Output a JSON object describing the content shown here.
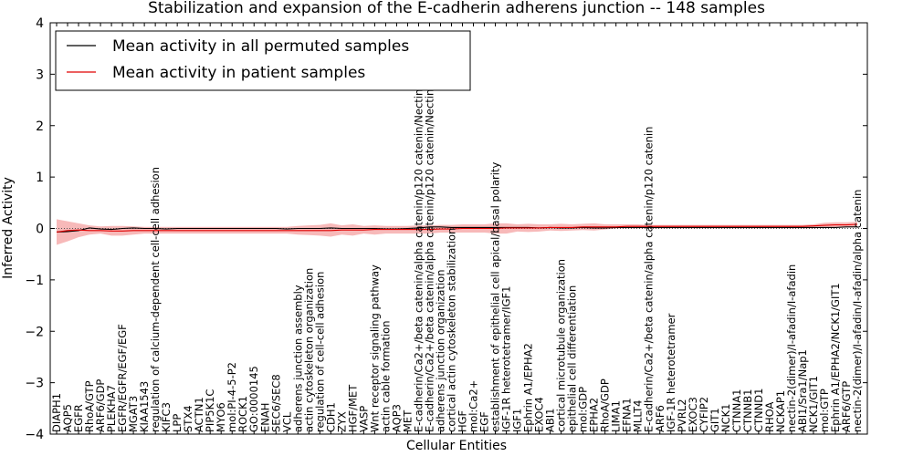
{
  "chart_data": {
    "type": "line",
    "title": "Stabilization and expansion of the E-cadherin adherens junction -- 148 samples",
    "xlabel": "Cellular Entities",
    "ylabel": "Inferred Activity",
    "ylim": [
      -4,
      4
    ],
    "yticks": [
      -4,
      -3,
      -2,
      -1,
      0,
      1,
      2,
      3,
      4
    ],
    "ytick_labels": [
      "−4",
      "−3",
      "−2",
      "−1",
      "0",
      "1",
      "2",
      "3",
      "4"
    ],
    "grid": false,
    "legend_placement": "top-left",
    "colors": {
      "permuted": "#000000",
      "patient": "#e00000",
      "band": "#f08080"
    },
    "categories": [
      "DIAPH1",
      "AQP5",
      "EGFR",
      "RhoA/GTP",
      "ARF6/GDP",
      "PLEKHA7",
      "EGFR/EGFR/EGF/EGF",
      "MGAT3",
      "KIAA1543",
      "regulation of calcium-dependent cell-cell adhesion",
      "KIFC3",
      "LPP",
      "STX4",
      "ACTN1",
      "PIP5K1C",
      "MYO6",
      "mol:PI-4-5-P2",
      "ROCK1",
      "GO:0000145",
      "ENAH",
      "SEC6/SEC8",
      "VCL",
      "adherens junction assembly",
      "actin cytoskeleton organization",
      "regulation of cell-cell adhesion",
      "CDH1",
      "ZYX",
      "HGF/MET",
      "VASP",
      "Wnt receptor signaling pathway",
      "actin cable formation",
      "AQP3",
      "MET",
      "E-cadherin/Ca2+/beta catenin/alpha catenin/p120 catenin/Nectin",
      "E-cadherin/Ca2+/beta catenin/alpha catenin/p120 catenin/Nectin",
      "adherens junction organization",
      "cortical actin cytoskeleton stabilization",
      "HGF",
      "mol:Ca2+",
      "EGF",
      "establishment of epithelial cell apical/basal polarity",
      "IGF-1R heterotetramer/IGF1",
      "IGF1",
      "Ephrin A1/EPHA2",
      "EXOC4",
      "ABI1",
      "cortical microtubule organization",
      "epithelial cell differentiation",
      "mol:GDP",
      "EPHA2",
      "RhoA/GDP",
      "LIMA1",
      "EFNA1",
      "MLLT4",
      "E-cadherin/Ca2+/beta catenin/alpha catenin/p120 catenin",
      "ARF6",
      "IGF-1R heterotetramer",
      "PVRL2",
      "EXOC3",
      "CYFIP2",
      "GIT1",
      "NCK1",
      "CTNNA1",
      "CTNNB1",
      "CTNND1",
      "RHOA",
      "NCKAP1",
      "nectin-2(dimer)/I-afadin/I-afadin",
      "ABI1/Sra1/Nap1",
      "NCK1/GIT1",
      "mol:GTP",
      "Ephrin A1/EPHA2/NCK1/GIT1",
      "ARF6/GTP",
      "nectin-2(dimer)/I-afadin/I-afadin/alpha catenin"
    ],
    "series": [
      {
        "name": "Mean activity in all permuted samples",
        "values": [
          -0.07,
          -0.06,
          -0.04,
          0.01,
          -0.01,
          -0.02,
          0.0,
          0.01,
          0.0,
          0.0,
          -0.01,
          0.0,
          0.0,
          0.0,
          0.0,
          0.0,
          0.0,
          0.0,
          0.0,
          0.0,
          0.0,
          -0.01,
          0.0,
          0.0,
          0.0,
          0.01,
          0.0,
          0.0,
          0.0,
          0.0,
          -0.01,
          -0.01,
          0.0,
          0.01,
          0.03,
          0.03,
          0.02,
          0.02,
          0.02,
          0.02,
          0.02,
          0.02,
          0.02,
          0.02,
          0.01,
          0.02,
          0.01,
          0.01,
          0.02,
          0.01,
          0.01,
          0.02,
          0.02,
          0.02,
          0.02,
          0.02,
          0.02,
          0.02,
          0.02,
          0.02,
          0.02,
          0.02,
          0.02,
          0.02,
          0.02,
          0.02,
          0.02,
          0.02,
          0.02,
          0.02,
          0.02,
          0.02,
          0.03,
          0.03
        ]
      },
      {
        "name": "Mean activity in patient samples",
        "values": [
          -0.07,
          -0.04,
          -0.03,
          -0.04,
          -0.04,
          -0.05,
          -0.05,
          -0.04,
          -0.04,
          -0.04,
          -0.04,
          -0.04,
          -0.04,
          -0.04,
          -0.04,
          -0.04,
          -0.04,
          -0.04,
          -0.04,
          -0.04,
          -0.04,
          -0.04,
          -0.04,
          -0.04,
          -0.04,
          -0.04,
          -0.03,
          -0.03,
          -0.03,
          -0.02,
          -0.02,
          -0.02,
          -0.02,
          -0.02,
          -0.02,
          -0.01,
          -0.01,
          0.0,
          0.0,
          0.0,
          0.0,
          0.01,
          0.01,
          0.01,
          0.01,
          0.02,
          0.02,
          0.02,
          0.03,
          0.03,
          0.03,
          0.03,
          0.04,
          0.04,
          0.04,
          0.04,
          0.04,
          0.04,
          0.04,
          0.04,
          0.04,
          0.04,
          0.04,
          0.04,
          0.04,
          0.04,
          0.04,
          0.04,
          0.04,
          0.05,
          0.06,
          0.07,
          0.07,
          0.08
        ],
        "band_lower": [
          -0.32,
          -0.25,
          -0.17,
          -0.12,
          -0.1,
          -0.14,
          -0.14,
          -0.12,
          -0.1,
          -0.1,
          -0.1,
          -0.1,
          -0.1,
          -0.1,
          -0.1,
          -0.1,
          -0.1,
          -0.1,
          -0.1,
          -0.1,
          -0.1,
          -0.1,
          -0.12,
          -0.13,
          -0.14,
          -0.16,
          -0.12,
          -0.14,
          -0.1,
          -0.12,
          -0.1,
          -0.1,
          -0.1,
          -0.1,
          -0.1,
          -0.08,
          -0.08,
          -0.08,
          -0.08,
          -0.08,
          -0.1,
          -0.1,
          -0.06,
          -0.07,
          -0.06,
          -0.04,
          -0.05,
          -0.04,
          -0.03,
          -0.04,
          -0.02,
          0.0,
          0.0,
          0.0,
          0.0,
          0.0,
          0.0,
          0.0,
          0.0,
          0.0,
          0.0,
          0.0,
          0.0,
          0.0,
          0.0,
          0.0,
          0.0,
          0.0,
          0.0,
          0.0,
          0.01,
          0.02,
          0.02,
          0.03
        ],
        "band_upper": [
          0.18,
          0.14,
          0.1,
          0.06,
          0.04,
          0.05,
          0.05,
          0.04,
          0.03,
          0.03,
          0.03,
          0.03,
          0.03,
          0.03,
          0.03,
          0.03,
          0.03,
          0.03,
          0.03,
          0.03,
          0.03,
          0.03,
          0.05,
          0.06,
          0.07,
          0.1,
          0.06,
          0.08,
          0.05,
          0.06,
          0.05,
          0.05,
          0.05,
          0.06,
          0.06,
          0.07,
          0.07,
          0.08,
          0.08,
          0.08,
          0.1,
          0.1,
          0.08,
          0.09,
          0.08,
          0.08,
          0.09,
          0.08,
          0.09,
          0.1,
          0.08,
          0.08,
          0.08,
          0.08,
          0.07,
          0.07,
          0.07,
          0.07,
          0.07,
          0.07,
          0.07,
          0.07,
          0.07,
          0.07,
          0.07,
          0.07,
          0.07,
          0.07,
          0.07,
          0.08,
          0.11,
          0.12,
          0.12,
          0.13
        ]
      }
    ]
  }
}
